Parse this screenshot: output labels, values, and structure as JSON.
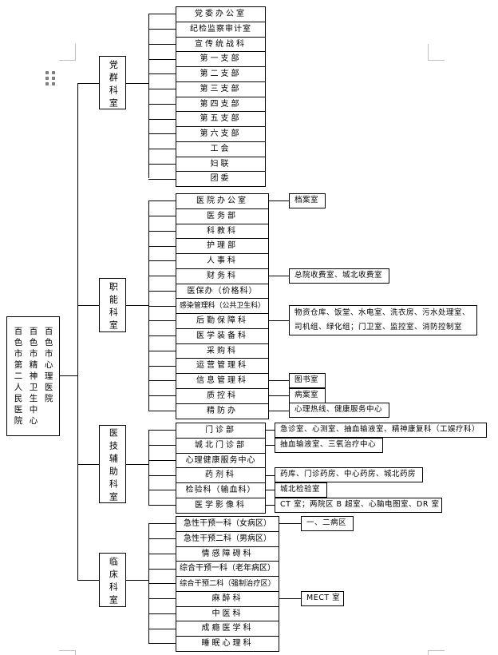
{
  "root": {
    "label_lines": [
      "百色市第二人民医院",
      "百色市精神卫生中心",
      "百色市心理医院"
    ]
  },
  "groups": [
    {
      "label": "党群科室",
      "items": [
        {
          "text": "党委办公室"
        },
        {
          "text": "纪检监察审计室"
        },
        {
          "text": "宣传统战科"
        },
        {
          "text": "第一支部"
        },
        {
          "text": "第二支部"
        },
        {
          "text": "第三支部"
        },
        {
          "text": "第四支部"
        },
        {
          "text": "第五支部"
        },
        {
          "text": "第六支部"
        },
        {
          "text": "工会"
        },
        {
          "text": "妇联"
        },
        {
          "text": "团委"
        }
      ]
    },
    {
      "label": "职能科室",
      "items": [
        {
          "text": "医院办公室",
          "children": [
            {
              "text": "档案室"
            }
          ]
        },
        {
          "text": "医务部"
        },
        {
          "text": "科教科"
        },
        {
          "text": "护理部"
        },
        {
          "text": "人事科"
        },
        {
          "text": "财务科",
          "children": [
            {
              "text": "总院收费室、城北收费室"
            }
          ]
        },
        {
          "text": "医保办（价格科）"
        },
        {
          "text": "感染管理科（公共卫生科）"
        },
        {
          "text": "后勤保障科",
          "children": [
            {
              "lines": [
                "物资仓库、饭堂、水电室、洗衣房、污水处理室、",
                "司机组、绿化组；门卫室、监控室、消防控制室"
              ]
            }
          ]
        },
        {
          "text": "医学装备科"
        },
        {
          "text": "采购科"
        },
        {
          "text": "运营管理科"
        },
        {
          "text": "信息管理科",
          "children": [
            {
              "text": "图书室"
            }
          ]
        },
        {
          "text": "质控科",
          "children": [
            {
              "text": "病案室"
            }
          ]
        },
        {
          "text": "精防办",
          "children": [
            {
              "text": "心理热线、健康服务中心"
            }
          ]
        }
      ]
    },
    {
      "label": "医技辅助科室",
      "items": [
        {
          "text": "门诊部",
          "children": [
            {
              "text": "急诊室、心测室、抽血输液室、精神康复科（工娱疗科）"
            }
          ]
        },
        {
          "text": "城北门诊部",
          "children": [
            {
              "text": "抽血输液室、三氧治疗中心"
            }
          ]
        },
        {
          "text": "心理健康服务中心"
        },
        {
          "text": "药剂科",
          "children": [
            {
              "text": "药库、门诊药房、中心药房、城北药房"
            }
          ]
        },
        {
          "text": "检验科（输血科）",
          "children": [
            {
              "text": "城北检验室"
            }
          ]
        },
        {
          "text": "医学影像科",
          "children": [
            {
              "text": "CT 室；两院区 B 超室、心脑电图室、DR 室"
            }
          ]
        }
      ]
    },
    {
      "label": "临床科室",
      "items": [
        {
          "text": "急性干预一科（女病区）",
          "children": [
            {
              "text": "一、二病区"
            }
          ]
        },
        {
          "text": "急性干预二科（男病区）"
        },
        {
          "text": "情感障碍科"
        },
        {
          "text": "综合干预一科（老年病区）"
        },
        {
          "text": "综合干预二科（强制治疗区）"
        },
        {
          "text": "麻醉科",
          "children": [
            {
              "text": "MECT 室"
            }
          ]
        },
        {
          "text": "中医科"
        },
        {
          "text": "成瘾医学科"
        },
        {
          "text": "睡眠心理科"
        }
      ]
    }
  ]
}
